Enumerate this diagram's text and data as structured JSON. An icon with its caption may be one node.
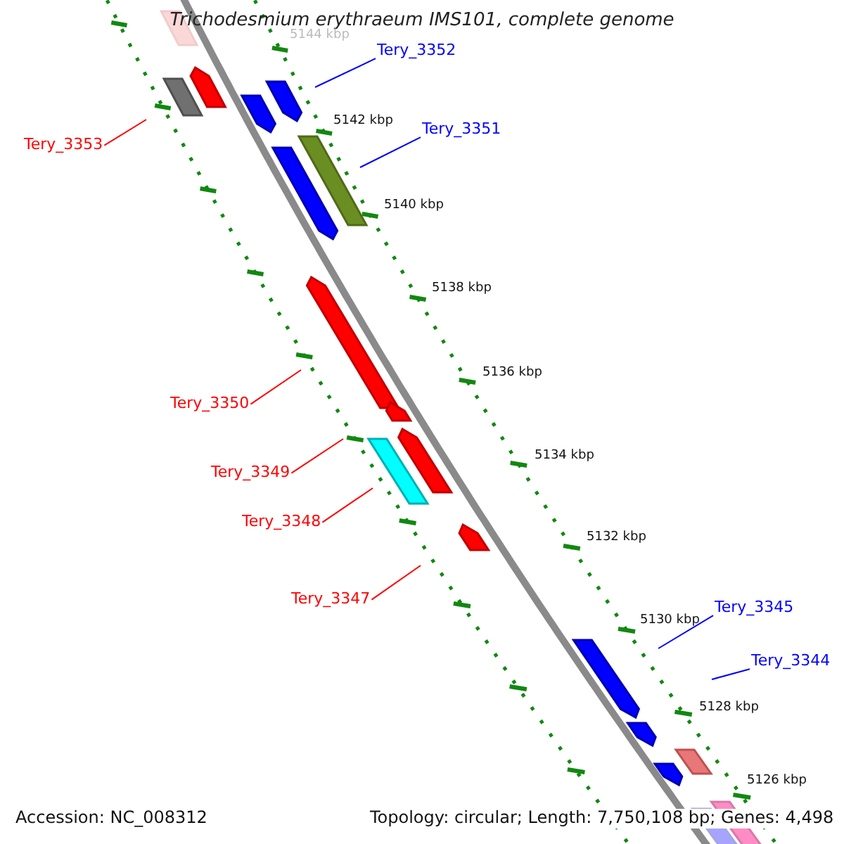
{
  "diagram": {
    "title": "Trichodesmium erythraeum IMS101, complete genome",
    "nodes": [
      {
        "text": [
          "Tery_3352"
        ]
      },
      {
        "text": [
          "Tery_3351"
        ]
      },
      {
        "text": [
          "Tery_3353"
        ]
      },
      {
        "text": [
          "Tery_3350"
        ]
      },
      {
        "text": [
          "Tery_3349"
        ]
      },
      {
        "text": [
          "Tery_3348"
        ]
      },
      {
        "text": [
          "Tery_3347"
        ]
      },
      {
        "text": [
          "Tery_3345"
        ]
      },
      {
        "text": [
          "Tery_3344"
        ]
      }
    ],
    "edges": [
      {
        "from": 0,
        "to": null,
        "arrow": "none",
        "color": "#0000ff"
      },
      {
        "from": 1,
        "to": null,
        "arrow": "none",
        "color": "#0000ff"
      },
      {
        "from": 2,
        "to": null,
        "arrow": "none"
      },
      {
        "from": 3,
        "to": null,
        "arrow": "none"
      },
      {
        "from": 4,
        "to": null,
        "arrow": "none"
      },
      {
        "from": 5,
        "to": null,
        "arrow": "none"
      },
      {
        "from": 6,
        "to": null,
        "arrow": "none"
      },
      {
        "from": 7,
        "to": null,
        "arrow": "none",
        "color": "#0000ff"
      },
      {
        "from": 8,
        "to": null,
        "arrow": "none",
        "color": "#0000ff"
      }
    ],
    "labels": [
      "5144 kbp",
      "5142 kbp",
      "5140 kbp",
      "5138 kbp",
      "5136 kbp",
      "5134 kbp",
      "5132 kbp",
      "5130 kbp",
      "5128 kbp",
      "5126 kbp",
      "Accession: NC_008312",
      "Topology: circular; Length: 7,750,108 bp; Genes: 4,498"
    ]
  }
}
